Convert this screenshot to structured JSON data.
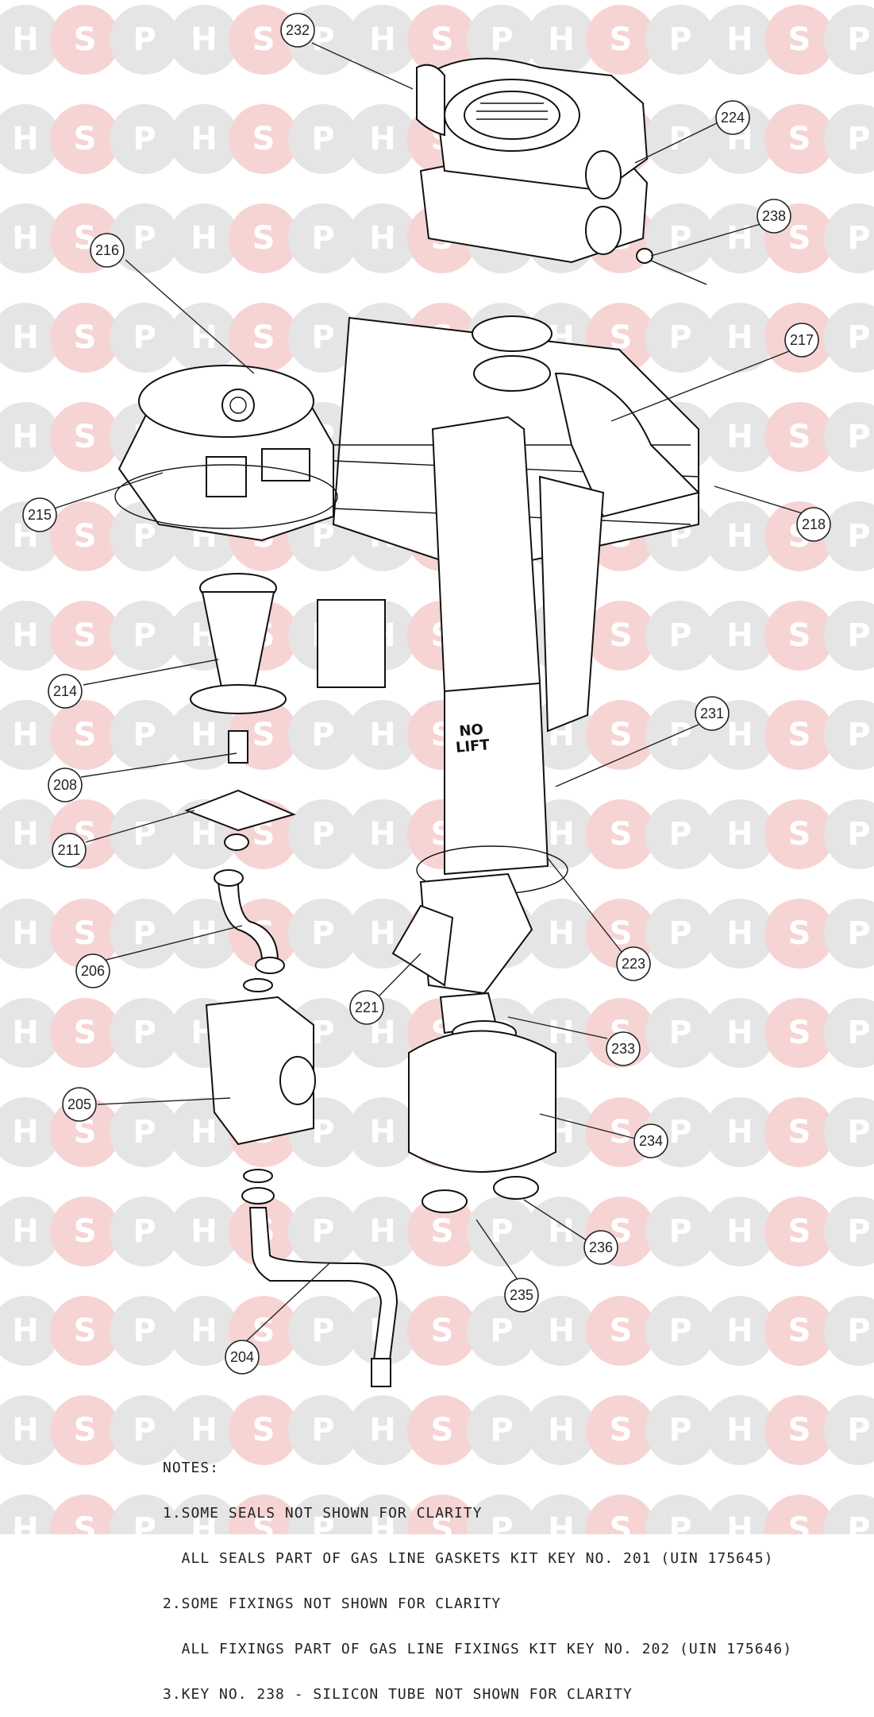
{
  "watermark": {
    "letters": [
      "H",
      "S",
      "P"
    ],
    "grey": "#e5e5e5",
    "pink": "#f6d4d4"
  },
  "callouts": [
    {
      "key": "232"
    },
    {
      "key": "224"
    },
    {
      "key": "238"
    },
    {
      "key": "216"
    },
    {
      "key": "217"
    },
    {
      "key": "215"
    },
    {
      "key": "218"
    },
    {
      "key": "214"
    },
    {
      "key": "231"
    },
    {
      "key": "208"
    },
    {
      "key": "211"
    },
    {
      "key": "206"
    },
    {
      "key": "223"
    },
    {
      "key": "221"
    },
    {
      "key": "233"
    },
    {
      "key": "205"
    },
    {
      "key": "234"
    },
    {
      "key": "236"
    },
    {
      "key": "235"
    },
    {
      "key": "204"
    }
  ],
  "embossed_label": [
    "NO",
    "LIFT"
  ],
  "notes": {
    "heading": "NOTES:",
    "lines": [
      "1.SOME SEALS NOT SHOWN FOR CLARITY",
      "  ALL SEALS PART OF GAS LINE GASKETS KIT KEY NO. 201 (UIN 175645)",
      "2.SOME FIXINGS NOT SHOWN FOR CLARITY",
      "  ALL FIXINGS PART OF GAS LINE FIXINGS KIT KEY NO. 202 (UIN 175646)",
      "3.KEY NO. 238 - SILICON TUBE NOT SHOWN FOR CLARITY"
    ]
  }
}
